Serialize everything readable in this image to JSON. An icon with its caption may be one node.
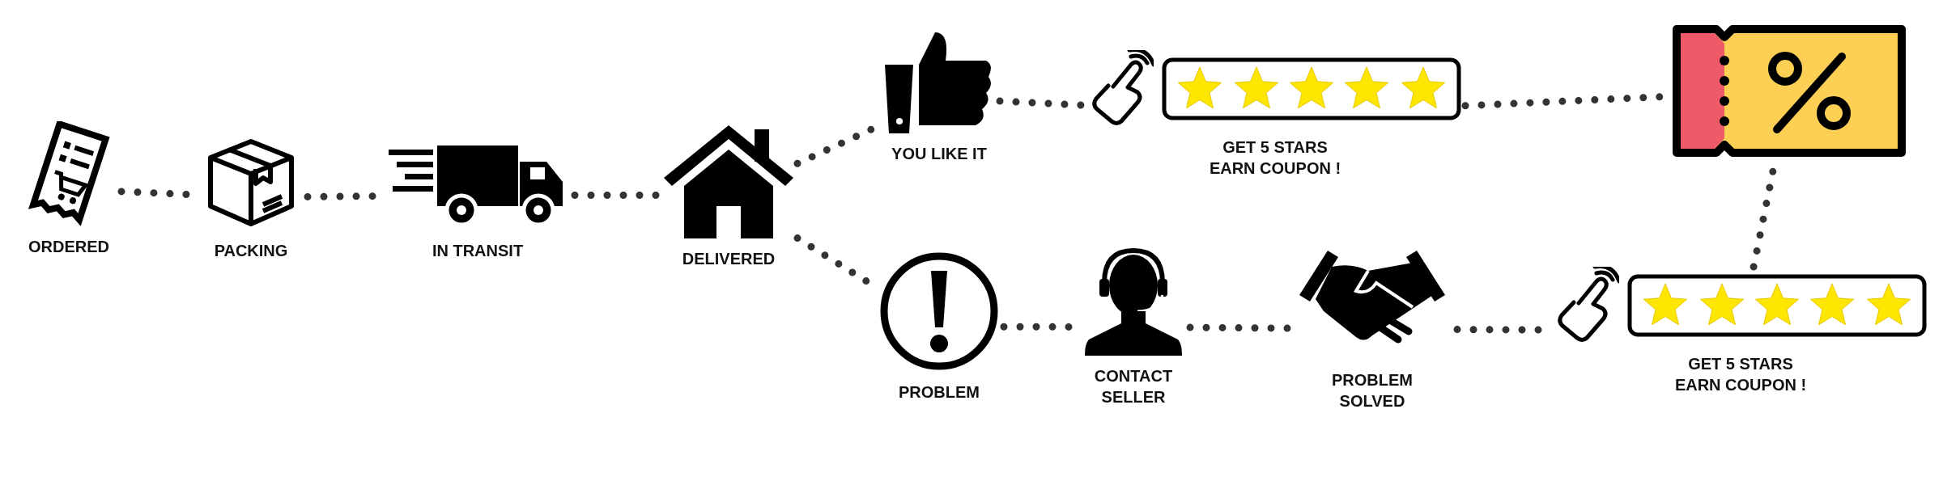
{
  "diagram": {
    "nodes": [
      {
        "text": [
          "ORDERED"
        ]
      },
      {
        "text": [
          "PACKING"
        ]
      },
      {
        "text": [
          "IN TRANSIT"
        ]
      },
      {
        "text": [
          "DELIVERED"
        ]
      },
      {
        "text": [
          "YOU LIKE IT"
        ]
      },
      {
        "text": [
          "GET 5 STARS EARN COUPON !"
        ]
      },
      {
        "text": [],
        "shape": "ticket"
      },
      {
        "text": [
          "PROBLEM"
        ]
      },
      {
        "text": [
          "CONTACT SELLER"
        ]
      },
      {
        "text": [
          "PROBLEM SOLVED"
        ]
      },
      {
        "text": [
          "GET 5 STARS EARN COUPON !"
        ]
      }
    ],
    "edges": [
      {
        "from": 0,
        "to": 1,
        "arrow": "none",
        "style": "dashed"
      },
      {
        "from": 1,
        "to": 2,
        "arrow": "none",
        "style": "dashed"
      },
      {
        "from": 2,
        "to": 3,
        "arrow": "none",
        "style": "dashed"
      },
      {
        "from": 3,
        "to": 4,
        "arrow": "none",
        "style": "dashed"
      },
      {
        "from": 4,
        "to": 5,
        "arrow": "none",
        "style": "dashed"
      },
      {
        "from": 5,
        "to": 6,
        "arrow": "none",
        "style": "dashed"
      },
      {
        "from": 3,
        "to": 7,
        "arrow": "none",
        "style": "dashed"
      },
      {
        "from": 7,
        "to": 8,
        "arrow": "none",
        "style": "dashed"
      },
      {
        "from": 8,
        "to": 9,
        "arrow": "none",
        "style": "dashed"
      },
      {
        "from": 9,
        "to": 10,
        "arrow": "none",
        "style": "dashed"
      },
      {
        "from": 10,
        "to": 6,
        "arrow": "none",
        "style": "dashed"
      }
    ]
  }
}
